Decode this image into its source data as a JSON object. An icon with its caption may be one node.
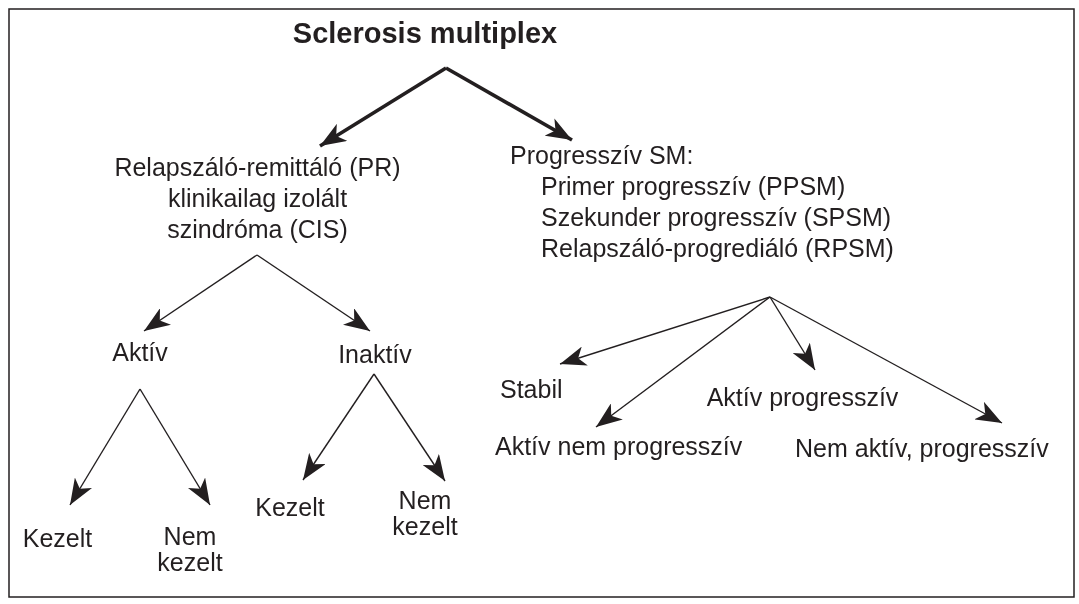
{
  "diagram": {
    "nodes": [
      {
        "text": [
          "Sclerosis multiplex"
        ]
      },
      {
        "text": [
          "Relapszáló-remittáló (PR) klinikailag izolált szindróma (CIS)"
        ]
      },
      {
        "text": [
          "Progresszív SM:",
          "Primer progresszív (PPSM)",
          "Szekunder progresszív (SPSM)",
          "Relapszáló-progrediáló (RPSM)"
        ]
      },
      {
        "text": [
          "Aktív"
        ]
      },
      {
        "text": [
          "Inaktív"
        ]
      },
      {
        "text": [
          "Kezelt"
        ]
      },
      {
        "text": [
          "Nem kezelt"
        ]
      },
      {
        "text": [
          "Kezelt"
        ]
      },
      {
        "text": [
          "Nem kezelt"
        ]
      },
      {
        "text": [
          "Stabil"
        ]
      },
      {
        "text": [
          "Aktív progresszív"
        ]
      },
      {
        "text": [
          "Aktív nem progresszív"
        ]
      },
      {
        "text": [
          "Nem aktív, progresszív"
        ]
      }
    ],
    "edges": [
      {
        "from": 0,
        "to": 1,
        "arrow": "to",
        "style": "thick"
      },
      {
        "from": 0,
        "to": 2,
        "arrow": "to",
        "style": "thick"
      },
      {
        "from": 1,
        "to": 3,
        "arrow": "to"
      },
      {
        "from": 1,
        "to": 4,
        "arrow": "to"
      },
      {
        "from": 3,
        "to": 5,
        "arrow": "to"
      },
      {
        "from": 3,
        "to": 6,
        "arrow": "to"
      },
      {
        "from": 4,
        "to": 7,
        "arrow": "to"
      },
      {
        "from": 4,
        "to": 8,
        "arrow": "to"
      },
      {
        "from": 2,
        "to": 9,
        "arrow": "to"
      },
      {
        "from": 2,
        "to": 11,
        "arrow": "to"
      },
      {
        "from": 2,
        "to": 10,
        "arrow": "to"
      },
      {
        "from": 2,
        "to": 12,
        "arrow": "to"
      }
    ]
  }
}
